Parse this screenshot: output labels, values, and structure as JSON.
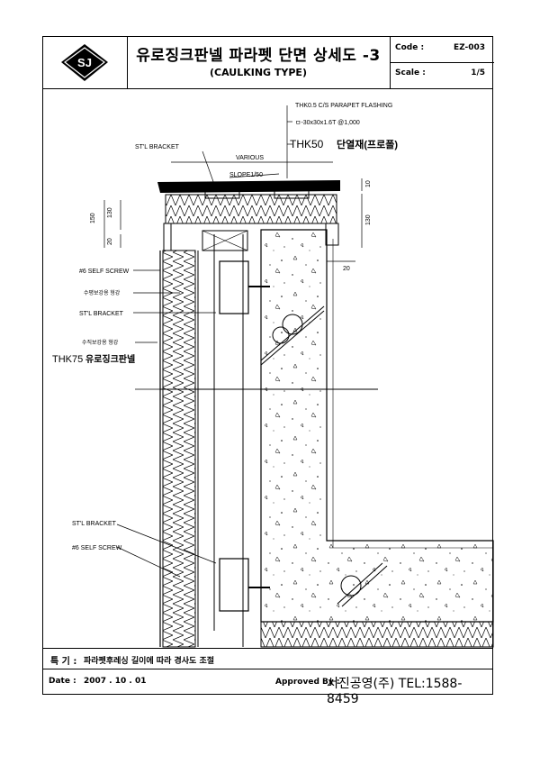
{
  "header": {
    "logo_text": "SJ",
    "title": "유로징크판넬 파라펫 단면 상세도 -3",
    "subtitle": "(CAULKING TYPE)",
    "code_label": "Code :",
    "code_value": "EZ-003",
    "scale_label": "Scale :",
    "scale_value": "1/5"
  },
  "labels": {
    "flashing": "THK0.5 C/S PARAPET FLASHING",
    "pipe": "ㅁ-30x30x1.6T @1,000",
    "insulation": "THK50",
    "insulation_kr": "단열재(프로폴)",
    "stl_bracket_top": "ST'L BRACKET",
    "various": "VARIOUS",
    "slope": "SLOPE1/50",
    "self_screw_top": "#6 SELF SCREW",
    "horiz_reinf": "수평보강용 형강",
    "stl_bracket_mid": "ST'L BRACKET",
    "vert_reinf": "수직보강용 형강",
    "panel": "THK75",
    "panel_kr": "유로징크판넬",
    "stl_bracket_low": "ST'L BRACKET",
    "self_screw_low": "#6 SELF SCREW"
  },
  "dims": {
    "d150": "150",
    "d130_left": "130",
    "d20_left": "20",
    "d10": "10",
    "d130_right": "130",
    "d20_right": "20"
  },
  "footer": {
    "note_label": "특 기 :",
    "note_text": "파라펫후레싱 길이에 따라 경사도 조절",
    "date_label": "Date :",
    "date_value": "2007 . 10 . 01",
    "approved_label": "Approved By :",
    "approved_value": "서진공영(주) TEL:1588-8459"
  }
}
